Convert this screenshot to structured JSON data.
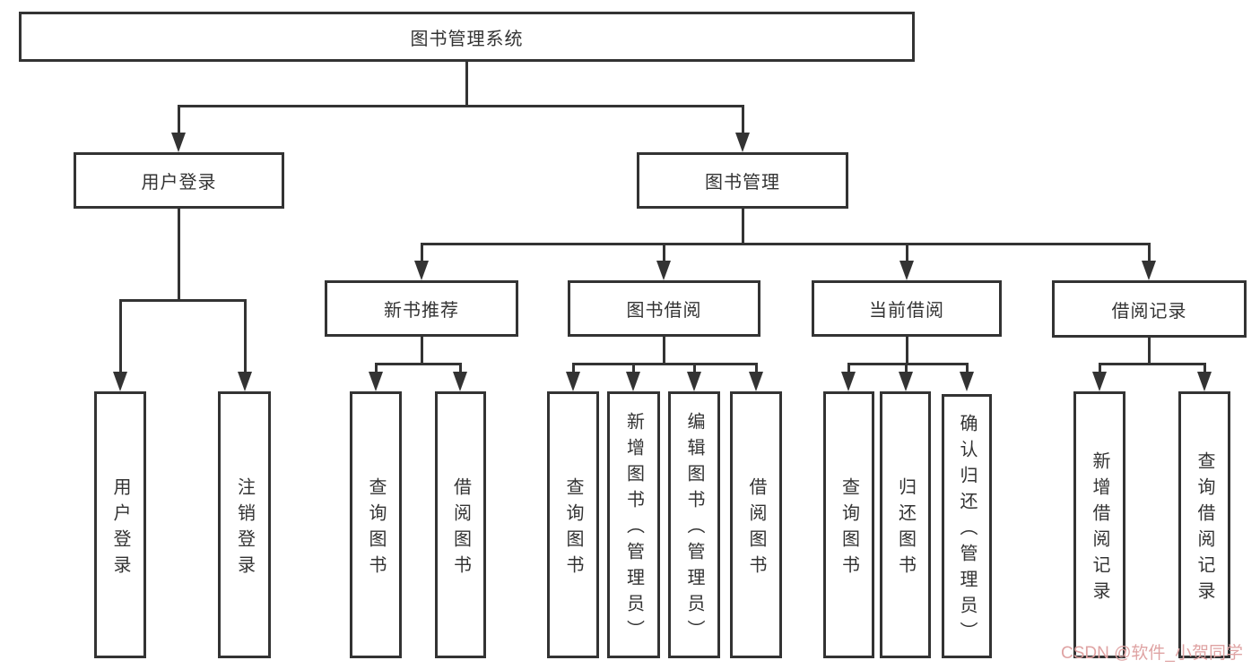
{
  "diagram": {
    "title": "图书管理系统",
    "branches": [
      {
        "label": "用户登录",
        "children": [
          "用户登录",
          "注销登录"
        ]
      },
      {
        "label": "图书管理",
        "children": [
          {
            "label": "新书推荐",
            "children": [
              "查询图书",
              "借阅图书"
            ]
          },
          {
            "label": "图书借阅",
            "children": [
              "查询图书",
              "新增图书（管理员）",
              "编辑图书（管理员）",
              "借阅图书"
            ]
          },
          {
            "label": "当前借阅",
            "children": [
              "查询图书",
              "归还图书",
              "确认归还（管理员）"
            ]
          },
          {
            "label": "借阅记录",
            "children": [
              "新增借阅记录",
              "查询借阅记录"
            ]
          }
        ]
      }
    ]
  },
  "watermark": {
    "text": "CSDN @软件_小贺同学",
    "color": "#dfa3a3"
  },
  "colors": {
    "line": "#333333",
    "text": "#333333",
    "background": "#ffffff"
  }
}
